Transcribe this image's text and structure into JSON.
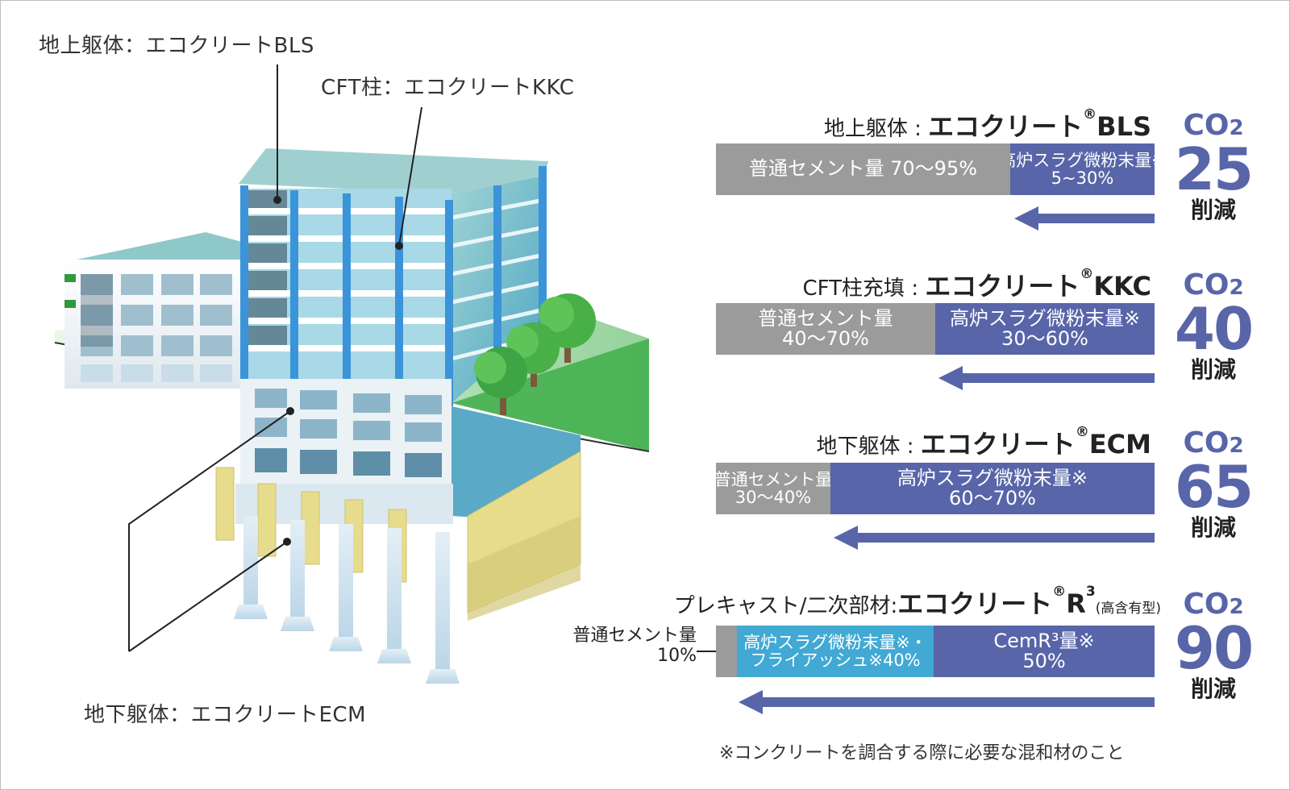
{
  "callouts": {
    "above_ground": "地上躯体：エコクリートBLS",
    "cft_column": "CFT柱：エコクリートKKC",
    "underground": "地下躯体：エコクリートECM"
  },
  "materials": [
    {
      "prefix": "地上躯体 :",
      "brand": "エコクリート",
      "reg": "®",
      "product": "BLS",
      "segments": [
        {
          "line1": "普通セメント量 70〜95%",
          "line2": ""
        },
        {
          "line1": "高炉スラグ微粉末量※",
          "line2": "5~30%"
        }
      ],
      "co2_label": "CO",
      "co2_sub": "2",
      "reduction": "25",
      "reduction_word": "削減"
    },
    {
      "prefix": "CFT柱充填 :",
      "brand": "エコクリート",
      "reg": "®",
      "product": "KKC",
      "segments": [
        {
          "line1": "普通セメント量",
          "line2": "40〜70%"
        },
        {
          "line1": "高炉スラグ微粉末量※",
          "line2": "30〜60%"
        }
      ],
      "co2_label": "CO",
      "co2_sub": "2",
      "reduction": "40",
      "reduction_word": "削減"
    },
    {
      "prefix": "地下躯体 :",
      "brand": "エコクリート",
      "reg": "®",
      "product": "ECM",
      "segments": [
        {
          "line1": "普通セメント量",
          "line2": "30〜40%"
        },
        {
          "line1": "高炉スラグ微粉末量※",
          "line2": "60〜70%"
        }
      ],
      "co2_label": "CO",
      "co2_sub": "2",
      "reduction": "65",
      "reduction_word": "削減"
    },
    {
      "prefix": "プレキャスト/二次部材:",
      "brand": "エコクリート",
      "reg": "®",
      "product": "R",
      "product_sup": "3",
      "product_note": "(高含有型)",
      "external_label": {
        "line1": "普通セメント量",
        "line2": "10%"
      },
      "segments": [
        {
          "line1": "",
          "line2": ""
        },
        {
          "line1": "高炉スラグ微粉末量※・",
          "line2": "フライアッシュ※40%"
        },
        {
          "line1": "CemR³量※",
          "line2": "50%"
        }
      ],
      "co2_label": "CO",
      "co2_sub": "2",
      "reduction": "90",
      "reduction_word": "削減"
    }
  ],
  "colors": {
    "cement_gray": "#9b9b9b",
    "slag_blue": "#5865a8",
    "flyash_cyan": "#41a9d4",
    "co2_blue": "#5865a8"
  },
  "footnote": "※コンクリートを調合する際に必要な混和材のこと"
}
